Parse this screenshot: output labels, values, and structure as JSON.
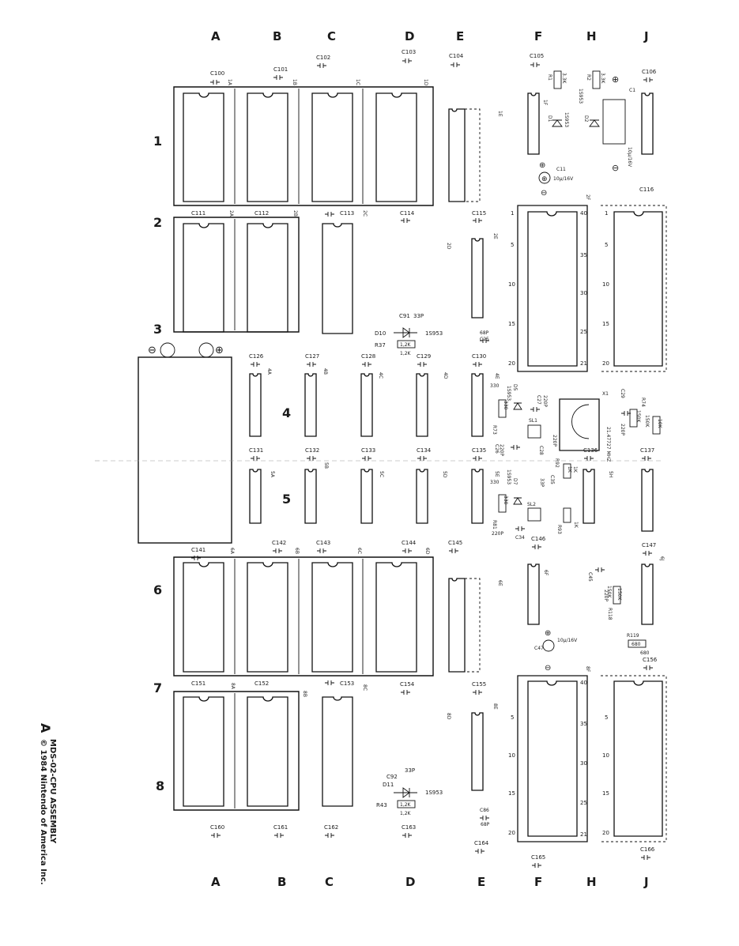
{
  "columns": [
    "A",
    "B",
    "C",
    "D",
    "E",
    "F",
    "H",
    "J"
  ],
  "rows": [
    "1",
    "2",
    "3",
    "4",
    "5",
    "6",
    "7",
    "8"
  ],
  "title": {
    "letter": "A",
    "line1": "MDS-02-CPU ASSEMBLY",
    "line2": "© 1984 Nintendo of America Inc."
  },
  "capacitors": {
    "c100": "C100",
    "c101": "C101",
    "c102": "C102",
    "c103": "C103",
    "c104": "C104",
    "c105": "C105",
    "c106": "C106",
    "c111": "C111",
    "c112": "C112",
    "c113": "C113",
    "c114": "C114",
    "c115": "C115",
    "c116": "C116",
    "c126": "C126",
    "c127": "C127",
    "c128": "C128",
    "c129": "C129",
    "c130": "C130",
    "c131": "C131",
    "c132": "C132",
    "c133": "C133",
    "c134": "C134",
    "c135": "C135",
    "c136": "C136",
    "c137": "C137",
    "c141": "C141",
    "c142": "C142",
    "c143": "C143",
    "c144": "C144",
    "c145": "C145",
    "c146": "C146",
    "c147": "C147",
    "c151": "C151",
    "c152": "C152",
    "c153": "C153",
    "c154": "C154",
    "c155": "C155",
    "c156": "C156",
    "c160": "C160",
    "c161": "C161",
    "c162": "C162",
    "c163": "C163",
    "c164": "C164",
    "c165": "C165",
    "c166": "C166",
    "c91": "C91",
    "c92": "C92",
    "c25": "C25",
    "c86": "C86",
    "c1": "C1",
    "c11": "C11",
    "c47": "C47",
    "c26": "C26",
    "c27": "C27",
    "c28": "C28",
    "c29": "C29",
    "c34": "C34",
    "c35": "C35",
    "c45": "C45"
  },
  "chips": {
    "1a": "1A",
    "1b": "1B",
    "1c": "1C",
    "1d": "1D",
    "1e": "1E",
    "1f": "1F",
    "2a": "2A",
    "2b": "2B",
    "2c": "2C",
    "2d": "2D",
    "2e": "2E",
    "2f": "2F",
    "4a": "4A",
    "4b": "4B",
    "4c": "4C",
    "4d": "4D",
    "4e": "4E",
    "5a": "5A",
    "5b": "5B",
    "5c": "5C",
    "5d": "5D",
    "5e": "5E",
    "5h": "5H",
    "6a": "6A",
    "6b": "6B",
    "6c": "6C",
    "6d": "6D",
    "6e": "6E",
    "6f": "6F",
    "6j": "6J",
    "8a": "8A",
    "8b": "8B",
    "8c": "8C",
    "8d": "8D",
    "8e": "8E",
    "8f": "8F"
  },
  "components": {
    "d10": "D10",
    "d11": "D11",
    "d1": "D1",
    "d2": "D2",
    "d5": "D5",
    "d7": "D7",
    "r37": "R37",
    "r43": "R43",
    "r1": "R1",
    "r2": "R2",
    "r73": "R73",
    "r74": "R74",
    "r81": "R81",
    "r92": "R92",
    "r93": "R93",
    "r118": "R118",
    "r119": "R119",
    "diode_type": "1S953",
    "v33p": "33P",
    "v68p": "68P",
    "v220p": "220P",
    "v330": "330",
    "v1_2k": "1,2K",
    "v3_3k": "3.3K",
    "v150k": "150K",
    "v10k": "10K",
    "v1k": "1K",
    "v680": "680",
    "cap_rating": "10μ/16V",
    "crystal": "21.47727 MHZ",
    "x1": "X1",
    "sl1": "SL1",
    "sl2": "SL2",
    "plus": "⊕",
    "minus": "⊖"
  },
  "pins": {
    "p1": "1",
    "p5": "5",
    "p10": "10",
    "p15": "15",
    "p20": "20",
    "p21": "21",
    "p25": "25",
    "p30": "30",
    "p35": "35",
    "p40": "40"
  }
}
